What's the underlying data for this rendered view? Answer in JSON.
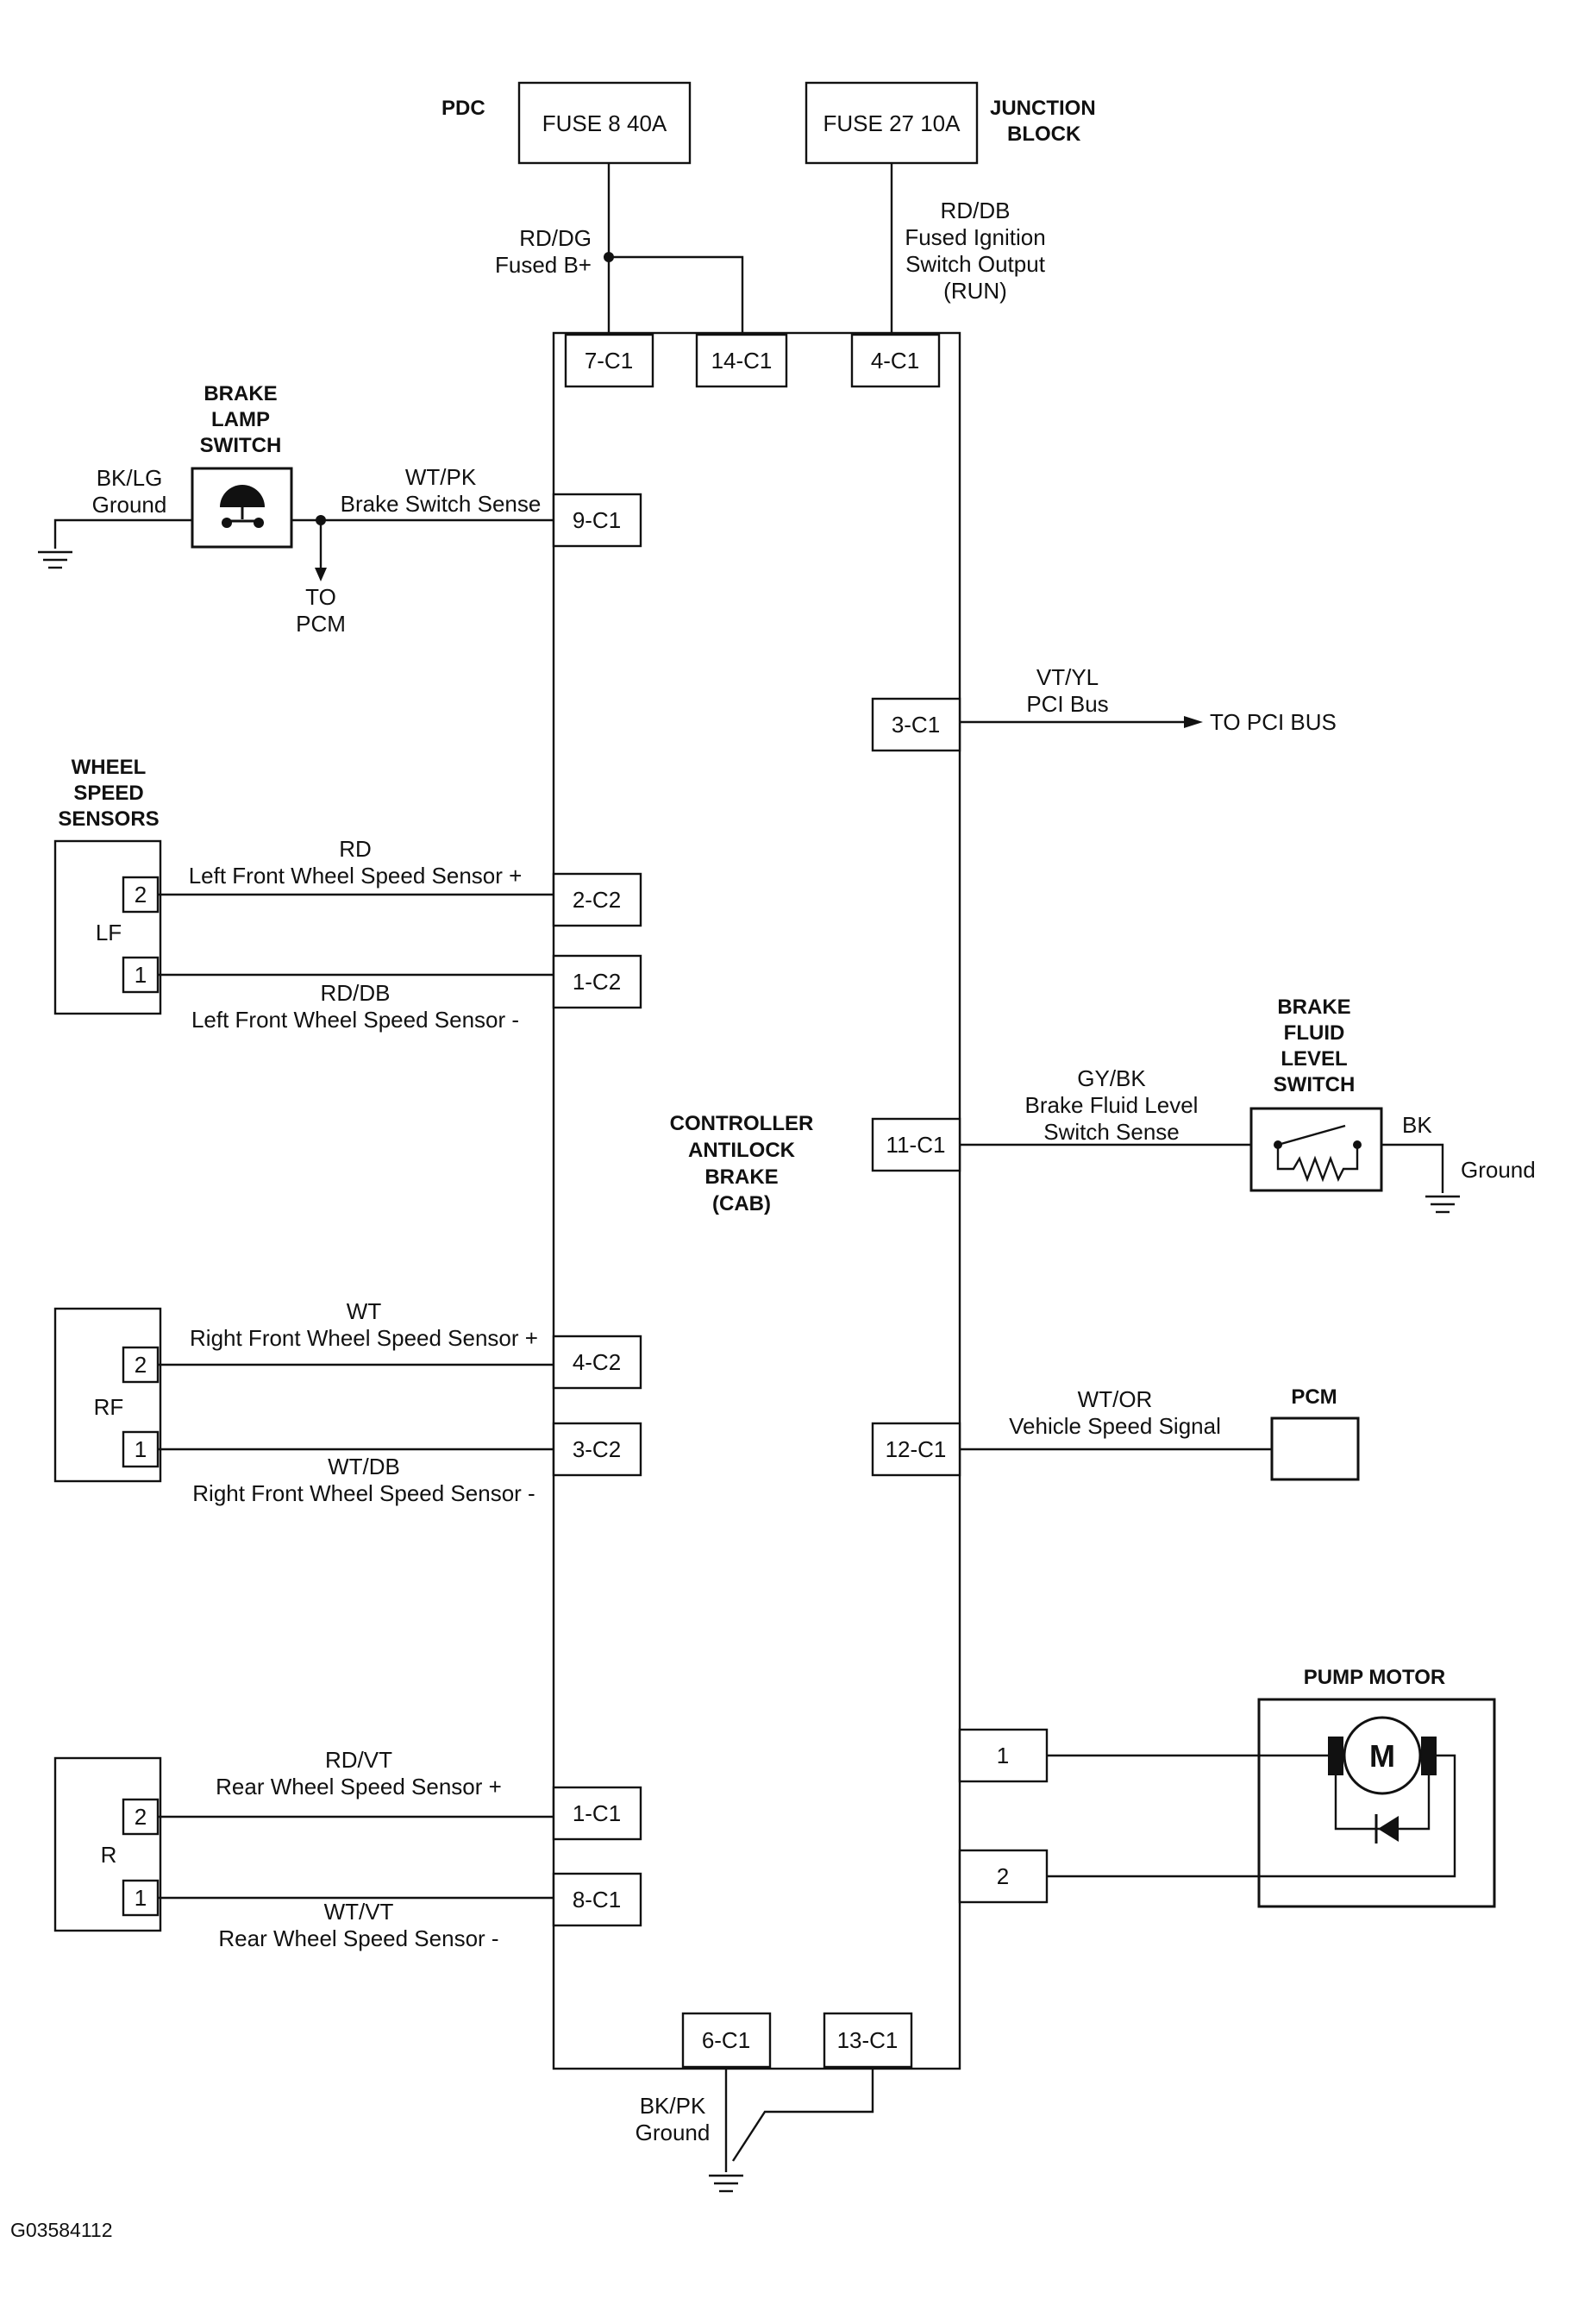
{
  "pdc": {
    "label": "PDC",
    "fuse": "FUSE 8 40A",
    "wire_color": "RD/DG",
    "wire_desc": "Fused B+"
  },
  "junction": {
    "label_line1": "JUNCTION",
    "label_line2": "BLOCK",
    "fuse": "FUSE 27 10A",
    "wire_color": "RD/DB",
    "wire_desc1": "Fused Ignition",
    "wire_desc2": "Switch Output",
    "wire_desc3": "(RUN)"
  },
  "cab": {
    "line1": "CONTROLLER",
    "line2": "ANTILOCK",
    "line3": "BRAKE",
    "line4": "(CAB)",
    "pins": {
      "p7c1": "7-C1",
      "p14c1": "14-C1",
      "p4c1": "4-C1",
      "p9c1": "9-C1",
      "p3c1": "3-C1",
      "p2c2": "2-C2",
      "p1c2": "1-C2",
      "p11c1": "11-C1",
      "p4c2": "4-C2",
      "p3c2": "3-C2",
      "p12c1": "12-C1",
      "p1c1": "1-C1",
      "p8c1": "8-C1",
      "p6c1": "6-C1",
      "p13c1": "13-C1",
      "pump1": "1",
      "pump2": "2"
    }
  },
  "brake_lamp_switch": {
    "line1": "BRAKE",
    "line2": "LAMP",
    "line3": "SWITCH",
    "ground_color": "BK/LG",
    "ground_label": "Ground",
    "wire_color": "WT/PK",
    "wire_desc": "Brake Switch Sense",
    "to_line1": "TO",
    "to_line2": "PCM"
  },
  "pci": {
    "wire_color": "VT/YL",
    "wire_desc": "PCI Bus",
    "to": "TO PCI BUS"
  },
  "wheel_sensors": {
    "title_line1": "WHEEL",
    "title_line2": "SPEED",
    "title_line3": "SENSORS",
    "lf": {
      "label": "LF",
      "pin_a": "2",
      "pin_b": "1",
      "plus_color": "RD",
      "plus_desc": "Left Front Wheel Speed Sensor +",
      "minus_color": "RD/DB",
      "minus_desc": "Left Front Wheel Speed Sensor -"
    },
    "rf": {
      "label": "RF",
      "pin_a": "2",
      "pin_b": "1",
      "plus_color": "WT",
      "plus_desc": "Right Front Wheel Speed Sensor +",
      "minus_color": "WT/DB",
      "minus_desc": "Right Front Wheel Speed Sensor -"
    },
    "r": {
      "label": "R",
      "pin_a": "2",
      "pin_b": "1",
      "plus_color": "RD/VT",
      "plus_desc": "Rear Wheel Speed Sensor +",
      "minus_color": "WT/VT",
      "minus_desc": "Rear Wheel Speed Sensor -"
    }
  },
  "fluid_switch": {
    "line1": "BRAKE",
    "line2": "FLUID",
    "line3": "LEVEL",
    "line4": "SWITCH",
    "wire_color": "GY/BK",
    "wire_desc1": "Brake Fluid Level",
    "wire_desc2": "Switch Sense",
    "ground_color": "BK",
    "ground_label": "Ground"
  },
  "pcm": {
    "label": "PCM",
    "wire_color": "WT/OR",
    "wire_desc": "Vehicle Speed Signal"
  },
  "pump_motor": {
    "label": "PUMP MOTOR",
    "motor_symbol": "M"
  },
  "ground_bottom": {
    "wire_color": "BK/PK",
    "label": "Ground"
  },
  "figure_id": "G03584112"
}
